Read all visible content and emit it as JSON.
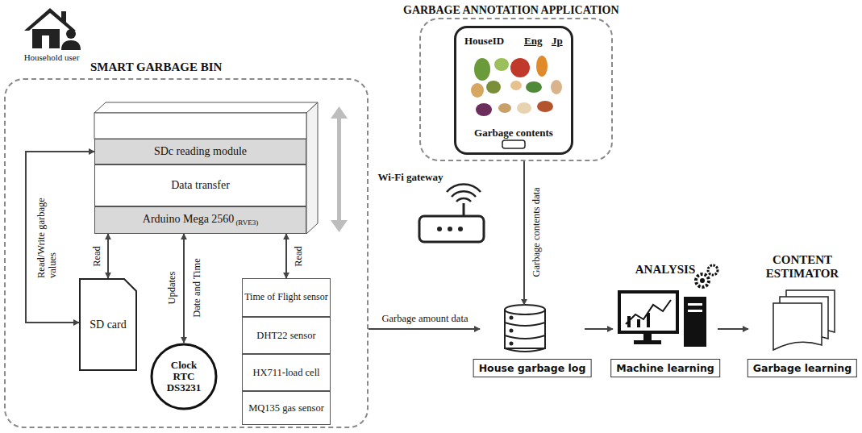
{
  "diagram": {
    "nodes": [
      {
        "text": [
          "SMART GARBAGE BIN"
        ]
      },
      {
        "text": [
          "SDc reading module"
        ],
        "in": 0
      },
      {
        "text": [
          "Data transfer"
        ],
        "in": 0
      },
      {
        "text": [
          "Arduino Mega 2560",
          "(RVE3)"
        ],
        "in": 0
      },
      {
        "text": [
          "SD card"
        ],
        "in": 0
      },
      {
        "text": [
          "Clock RTC DS3231"
        ],
        "in": 0
      },
      {
        "text": [
          "Time of Flight sensor"
        ],
        "in": 0
      },
      {
        "text": [
          "DHT22 sensor"
        ],
        "in": 0
      },
      {
        "text": [
          "HX711-load cell"
        ],
        "in": 0
      },
      {
        "text": [
          "MQ135 gas sensor"
        ],
        "in": 0
      },
      {
        "text": [
          "GARBAGE ANNOTATION APPLICATION"
        ]
      },
      {
        "text": [
          "HouseID",
          "Eng",
          "Jp",
          "Garbage contents"
        ],
        "in": 10
      },
      {
        "text": [
          "House garbage log"
        ]
      },
      {
        "text": [
          "ANALYSIS",
          "Machine learning"
        ]
      },
      {
        "text": [
          "CONTENT ESTIMATOR",
          "Garbage learning"
        ]
      }
    ],
    "edges": [
      {
        "from": 4,
        "to": 1,
        "arrow": "both",
        "label": "Read/Write garbage values"
      },
      {
        "from": 3,
        "to": 4,
        "arrow": "both",
        "label": "Read"
      },
      {
        "from": 3,
        "to": 5,
        "arrow": "both",
        "label": "Updates"
      },
      {
        "from": 3,
        "to": 6,
        "arrow": "both",
        "label": "Read"
      },
      {
        "from": 0,
        "to": 12,
        "arrow": "to",
        "label": "Garbage amount data"
      },
      {
        "from": 10,
        "to": 12,
        "arrow": "to",
        "label": "Garbage contents data"
      },
      {
        "from": 12,
        "to": 13,
        "arrow": "to"
      },
      {
        "from": 13,
        "to": 14,
        "arrow": "to"
      }
    ],
    "labels": [
      "Household user",
      "Date and Time",
      "Wi-Fi gateway"
    ]
  }
}
